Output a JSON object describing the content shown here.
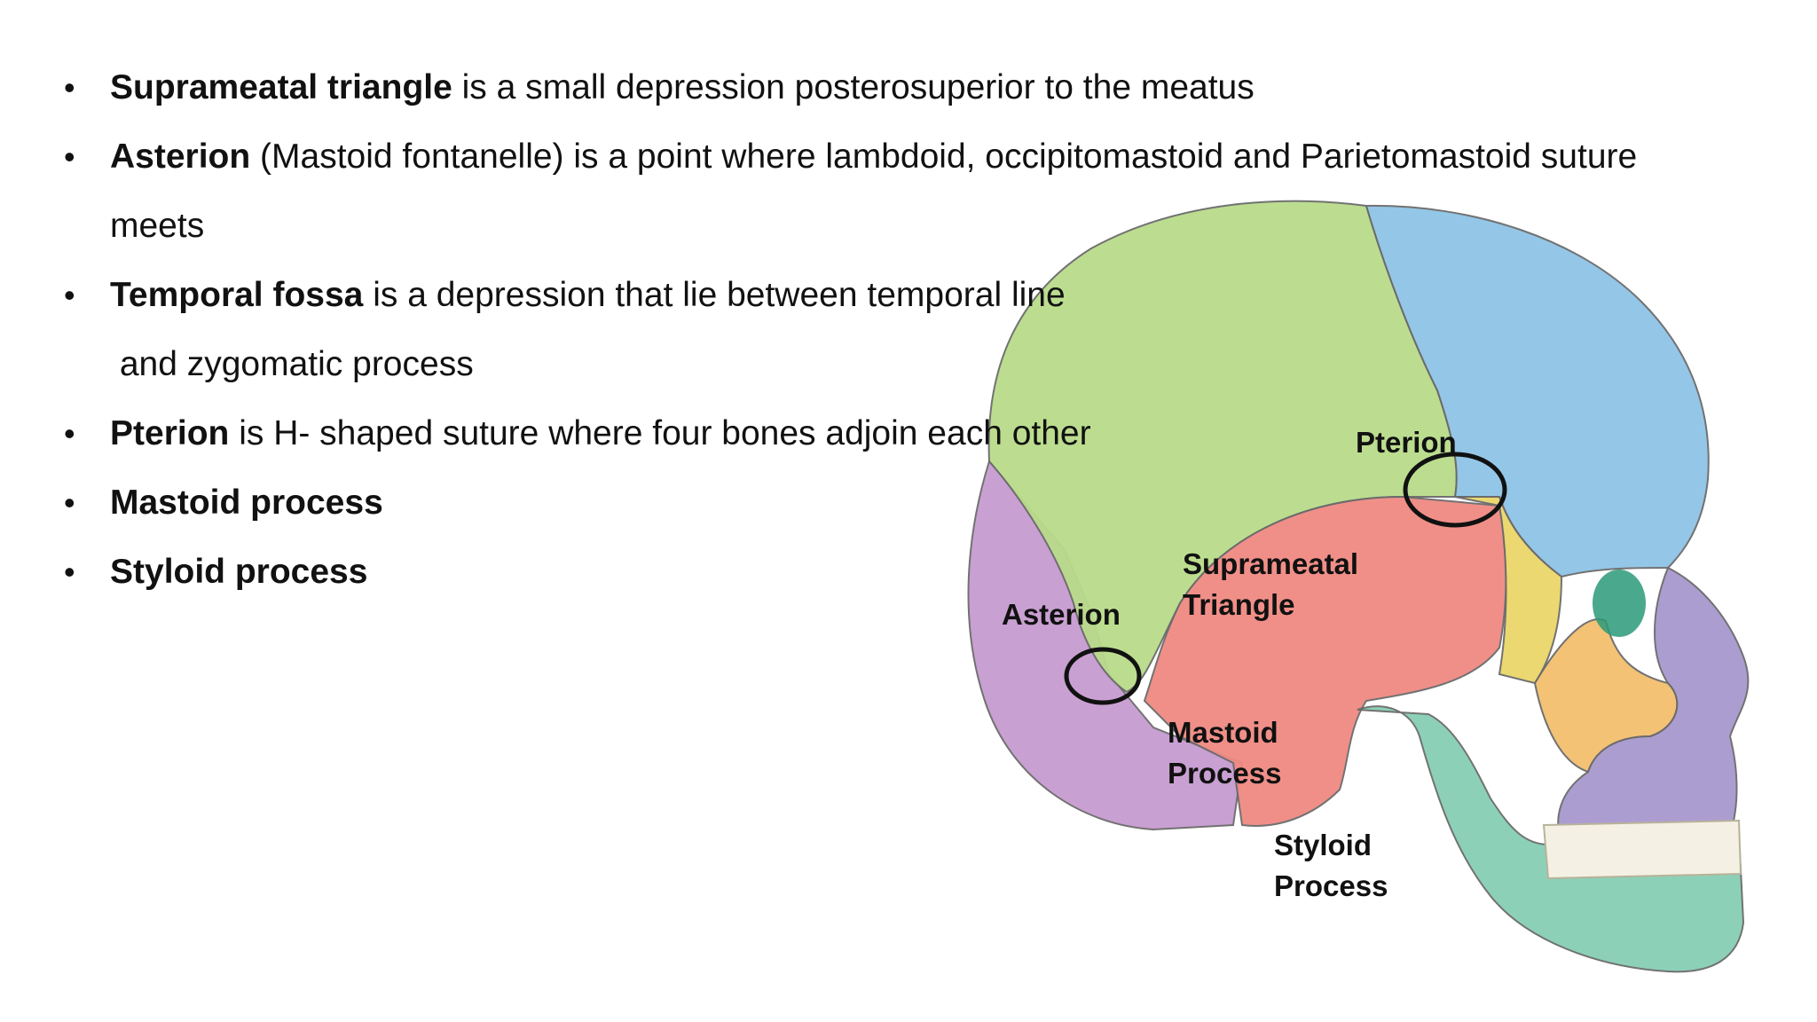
{
  "bullets": [
    {
      "term": "Suprameatal triangle",
      "rest": " is a small depression posterosuperior to the meatus",
      "cont": ""
    },
    {
      "term": "Asterion",
      "rest": " (Mastoid fontanelle) is a point where lambdoid, occipitomastoid and Parietomastoid suture",
      "cont": "meets"
    },
    {
      "term": "Temporal fossa",
      "rest": " is a depression that lie between temporal line",
      "cont": " and zygomatic process"
    },
    {
      "term": "Pterion",
      "rest": " is H- shaped suture where four bones adjoin each other",
      "cont": ""
    },
    {
      "term": "Mastoid process",
      "rest": "",
      "cont": ""
    },
    {
      "term": "Styloid process",
      "rest": "",
      "cont": ""
    }
  ],
  "bullet_symbol": "•",
  "diagram_labels": {
    "pterion": [
      "Pterion"
    ],
    "suprameatal": [
      "Suprameatal",
      "Triangle"
    ],
    "asterion": [
      "Asterion"
    ],
    "mastoid": [
      "Mastoid",
      "Process"
    ],
    "styloid": [
      "Styloid",
      "Process"
    ]
  },
  "bone_colors": {
    "parietal": "#b9dc8a",
    "frontal": "#8fc3e6",
    "occipital": "#c79bd0",
    "temporal": "#f08a82",
    "sphenoid": "#ead66a",
    "zygomatic": "#f3bf6e",
    "maxilla": "#a898cf",
    "mandible": "#86cfb4",
    "marker": "#111111"
  }
}
